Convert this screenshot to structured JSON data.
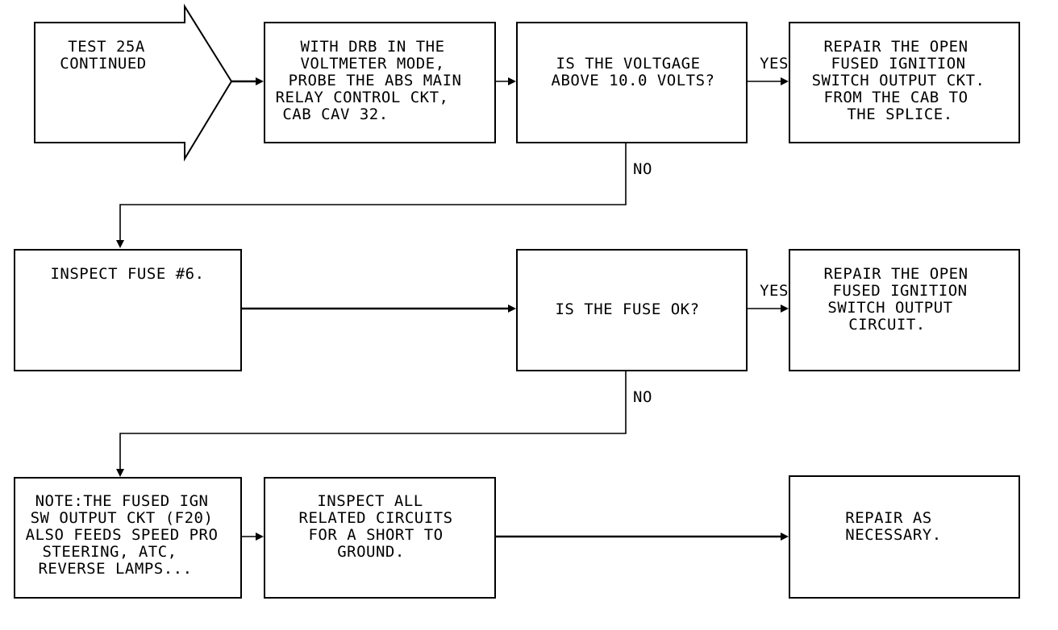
{
  "start": {
    "lines": [
      "TEST 25A",
      "CONTINUED"
    ]
  },
  "steps": {
    "drb_probe": [
      "WITH DRB IN THE",
      "VOLTMETER MODE,",
      "PROBE THE ABS MAIN",
      "RELAY CONTROL CKT,",
      "CAB CAV 32."
    ],
    "q_voltage": [
      "IS THE VOLTGAGE",
      "ABOVE 10.0 VOLTS?"
    ],
    "repair_splice": [
      "REPAIR THE OPEN",
      "FUSED IGNITION",
      "SWITCH OUTPUT CKT.",
      "FROM THE CAB TO",
      "THE SPLICE."
    ],
    "inspect_fuse": [
      "INSPECT FUSE #6."
    ],
    "q_fuse": [
      "IS THE FUSE OK?"
    ],
    "repair_circuit": [
      "REPAIR THE OPEN",
      "FUSED IGNITION",
      "SWITCH OUTPUT",
      "CIRCUIT."
    ],
    "note": [
      "NOTE:THE FUSED IGN",
      "SW OUTPUT CKT (F20)",
      "ALSO FEEDS SPEED PRO",
      "STEERING, ATC,",
      "REVERSE LAMPS..."
    ],
    "inspect_all": [
      "INSPECT ALL",
      "RELATED CIRCUITS",
      "FOR A SHORT TO",
      "GROUND."
    ],
    "repair_necessary": [
      "REPAIR AS",
      "NECESSARY."
    ]
  },
  "connectors": {
    "yes_1": "YES",
    "no_1": "NO",
    "yes_2": "YES",
    "no_2": "NO"
  }
}
